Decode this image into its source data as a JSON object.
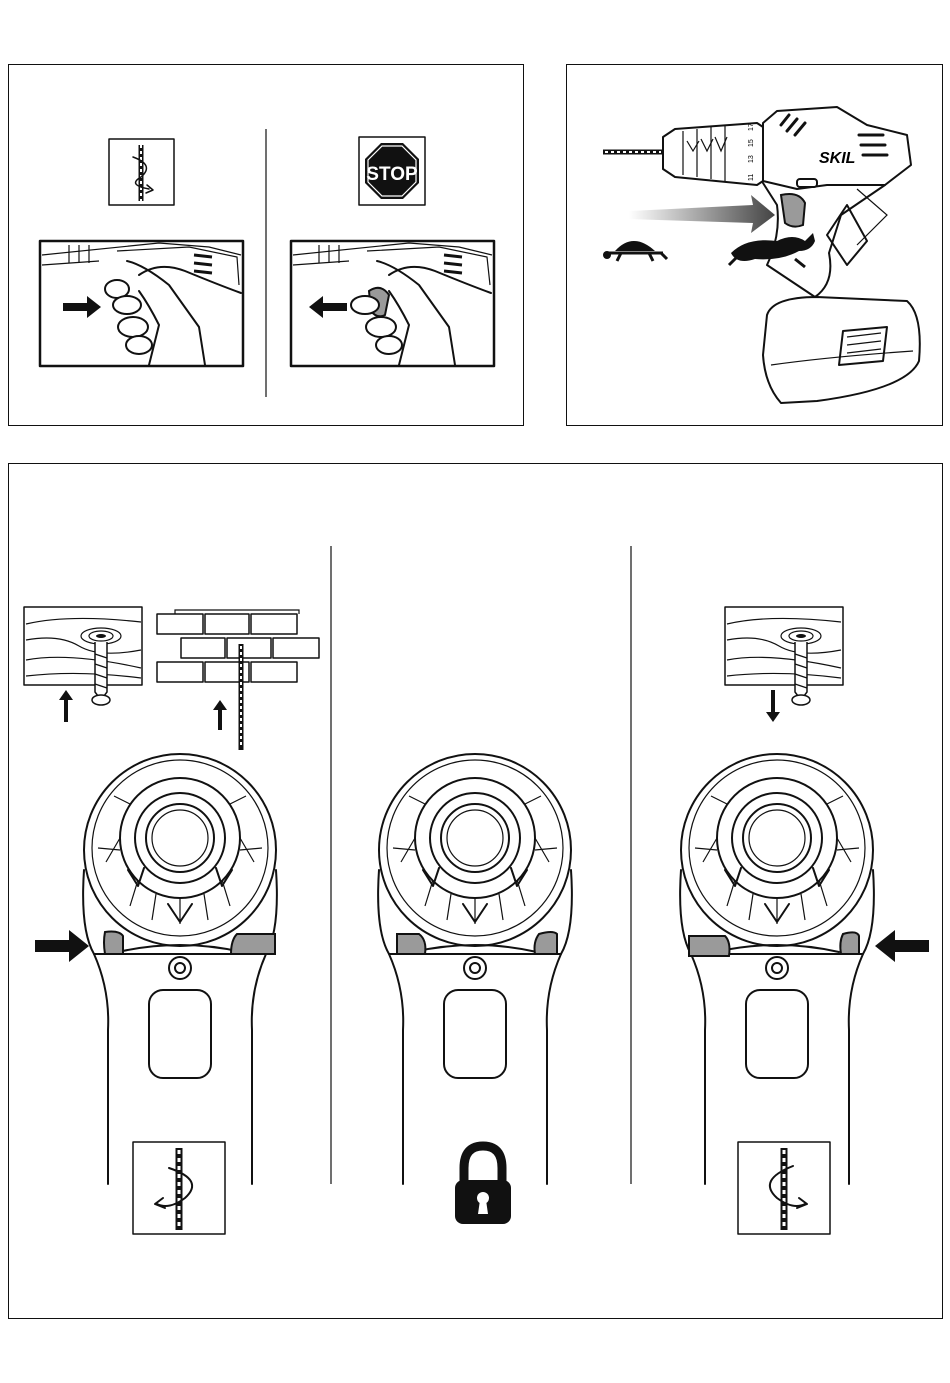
{
  "colors": {
    "ink": "#111111",
    "trigger_gray": "#9a9a9a",
    "paper": "#ffffff"
  },
  "panel_trigger": {
    "left_icon": "rotation-icon",
    "right_sign": {
      "icon": "stop-sign-icon",
      "text": "STOP"
    },
    "left_arrow": "arrow-right-icon",
    "right_arrow": "arrow-left-icon"
  },
  "panel_drill": {
    "brand": "SKIL",
    "speed_scale": [
      "11",
      "13",
      "15",
      "17"
    ],
    "slow_icon": "turtle-icon",
    "fast_icon": "rabbit-icon"
  },
  "panel_direction": {
    "forward": {
      "icons": [
        "wood-screw-icon",
        "brick-wall-drill-icon",
        "arrow-up-icon",
        "arrow-right-icon"
      ],
      "symbol": "clockwise-rotation-icon"
    },
    "locked": {
      "symbol": "padlock-icon"
    },
    "reverse": {
      "icons": [
        "wood-screw-icon",
        "arrow-down-icon",
        "arrow-left-icon"
      ],
      "symbol": "counterclockwise-rotation-icon"
    }
  }
}
